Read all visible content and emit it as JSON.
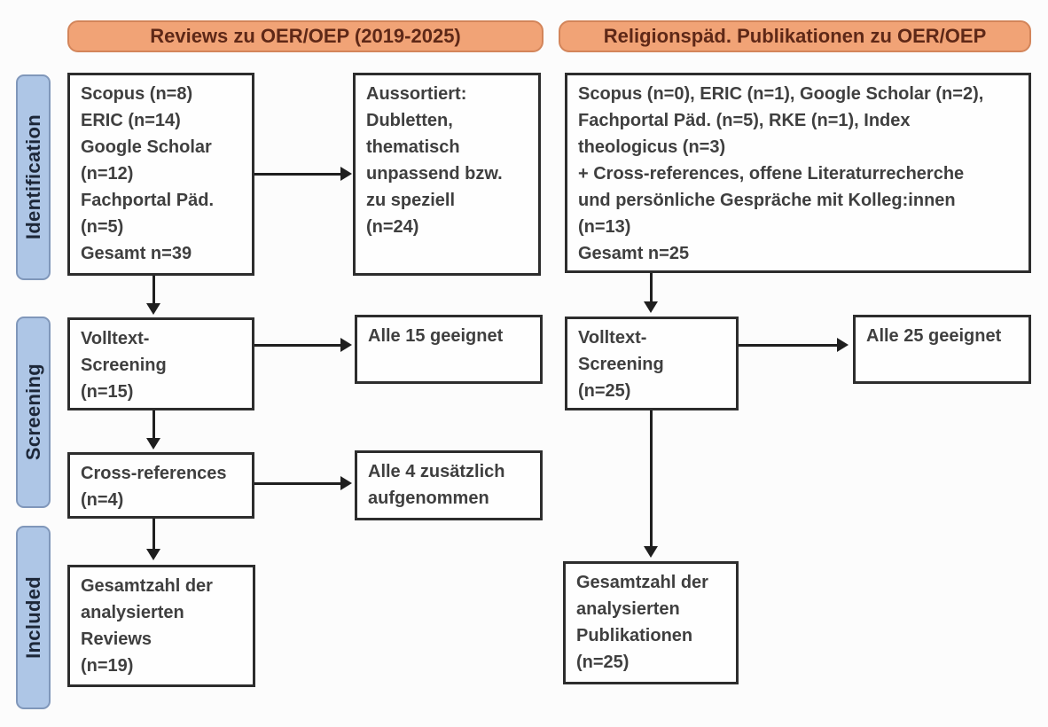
{
  "palette": {
    "background": "#fcfcfc",
    "header_fill": "#f1a376",
    "header_border": "#d3855a",
    "header_text": "#5e2817",
    "stage_fill": "#aec6e6",
    "stage_border": "#8097ba",
    "stage_text": "#1d2738",
    "box_border": "#2d2d2d",
    "box_text": "#3f3f3f",
    "arrow": "#1f1f1f"
  },
  "headers": {
    "left": "Reviews zu OER/OEP (2019-2025)",
    "right": "Religionspäd. Publikationen zu OER/OEP"
  },
  "stages": {
    "identification": "Identification",
    "screening": "Screening",
    "included": "Included"
  },
  "left_flow": {
    "sources": [
      "Scopus (n=8)",
      "ERIC (n=14)",
      "Google Scholar",
      "(n=12)",
      "Fachportal Päd.",
      "(n=5)",
      "Gesamt n=39"
    ],
    "excluded": [
      "Aussortiert:",
      "Dubletten,",
      "thematisch",
      "unpassend bzw.",
      "zu speziell",
      "(n=24)"
    ],
    "fulltext": [
      "Volltext-",
      "Screening",
      "(n=15)"
    ],
    "fulltext_result": "Alle 15 geeignet",
    "crossref": [
      "Cross-references",
      "(n=4)"
    ],
    "crossref_result": [
      "Alle 4 zusätzlich",
      "aufgenommen"
    ],
    "included": [
      "Gesamtzahl der",
      "analysierten",
      "Reviews",
      "(n=19)"
    ]
  },
  "right_flow": {
    "sources": [
      "Scopus (n=0), ERIC (n=1), Google Scholar (n=2),",
      "Fachportal Päd. (n=5), RKE (n=1), Index",
      "theologicus (n=3)",
      "+ Cross-references, offene Literaturrecherche",
      "und persönliche Gespräche mit Kolleg:innen",
      "(n=13)",
      "Gesamt n=25"
    ],
    "fulltext": [
      "Volltext-",
      "Screening",
      "(n=25)"
    ],
    "fulltext_result": "Alle 25 geeignet",
    "included": [
      "Gesamtzahl der",
      "analysierten",
      "Publikationen",
      "(n=25)"
    ]
  }
}
